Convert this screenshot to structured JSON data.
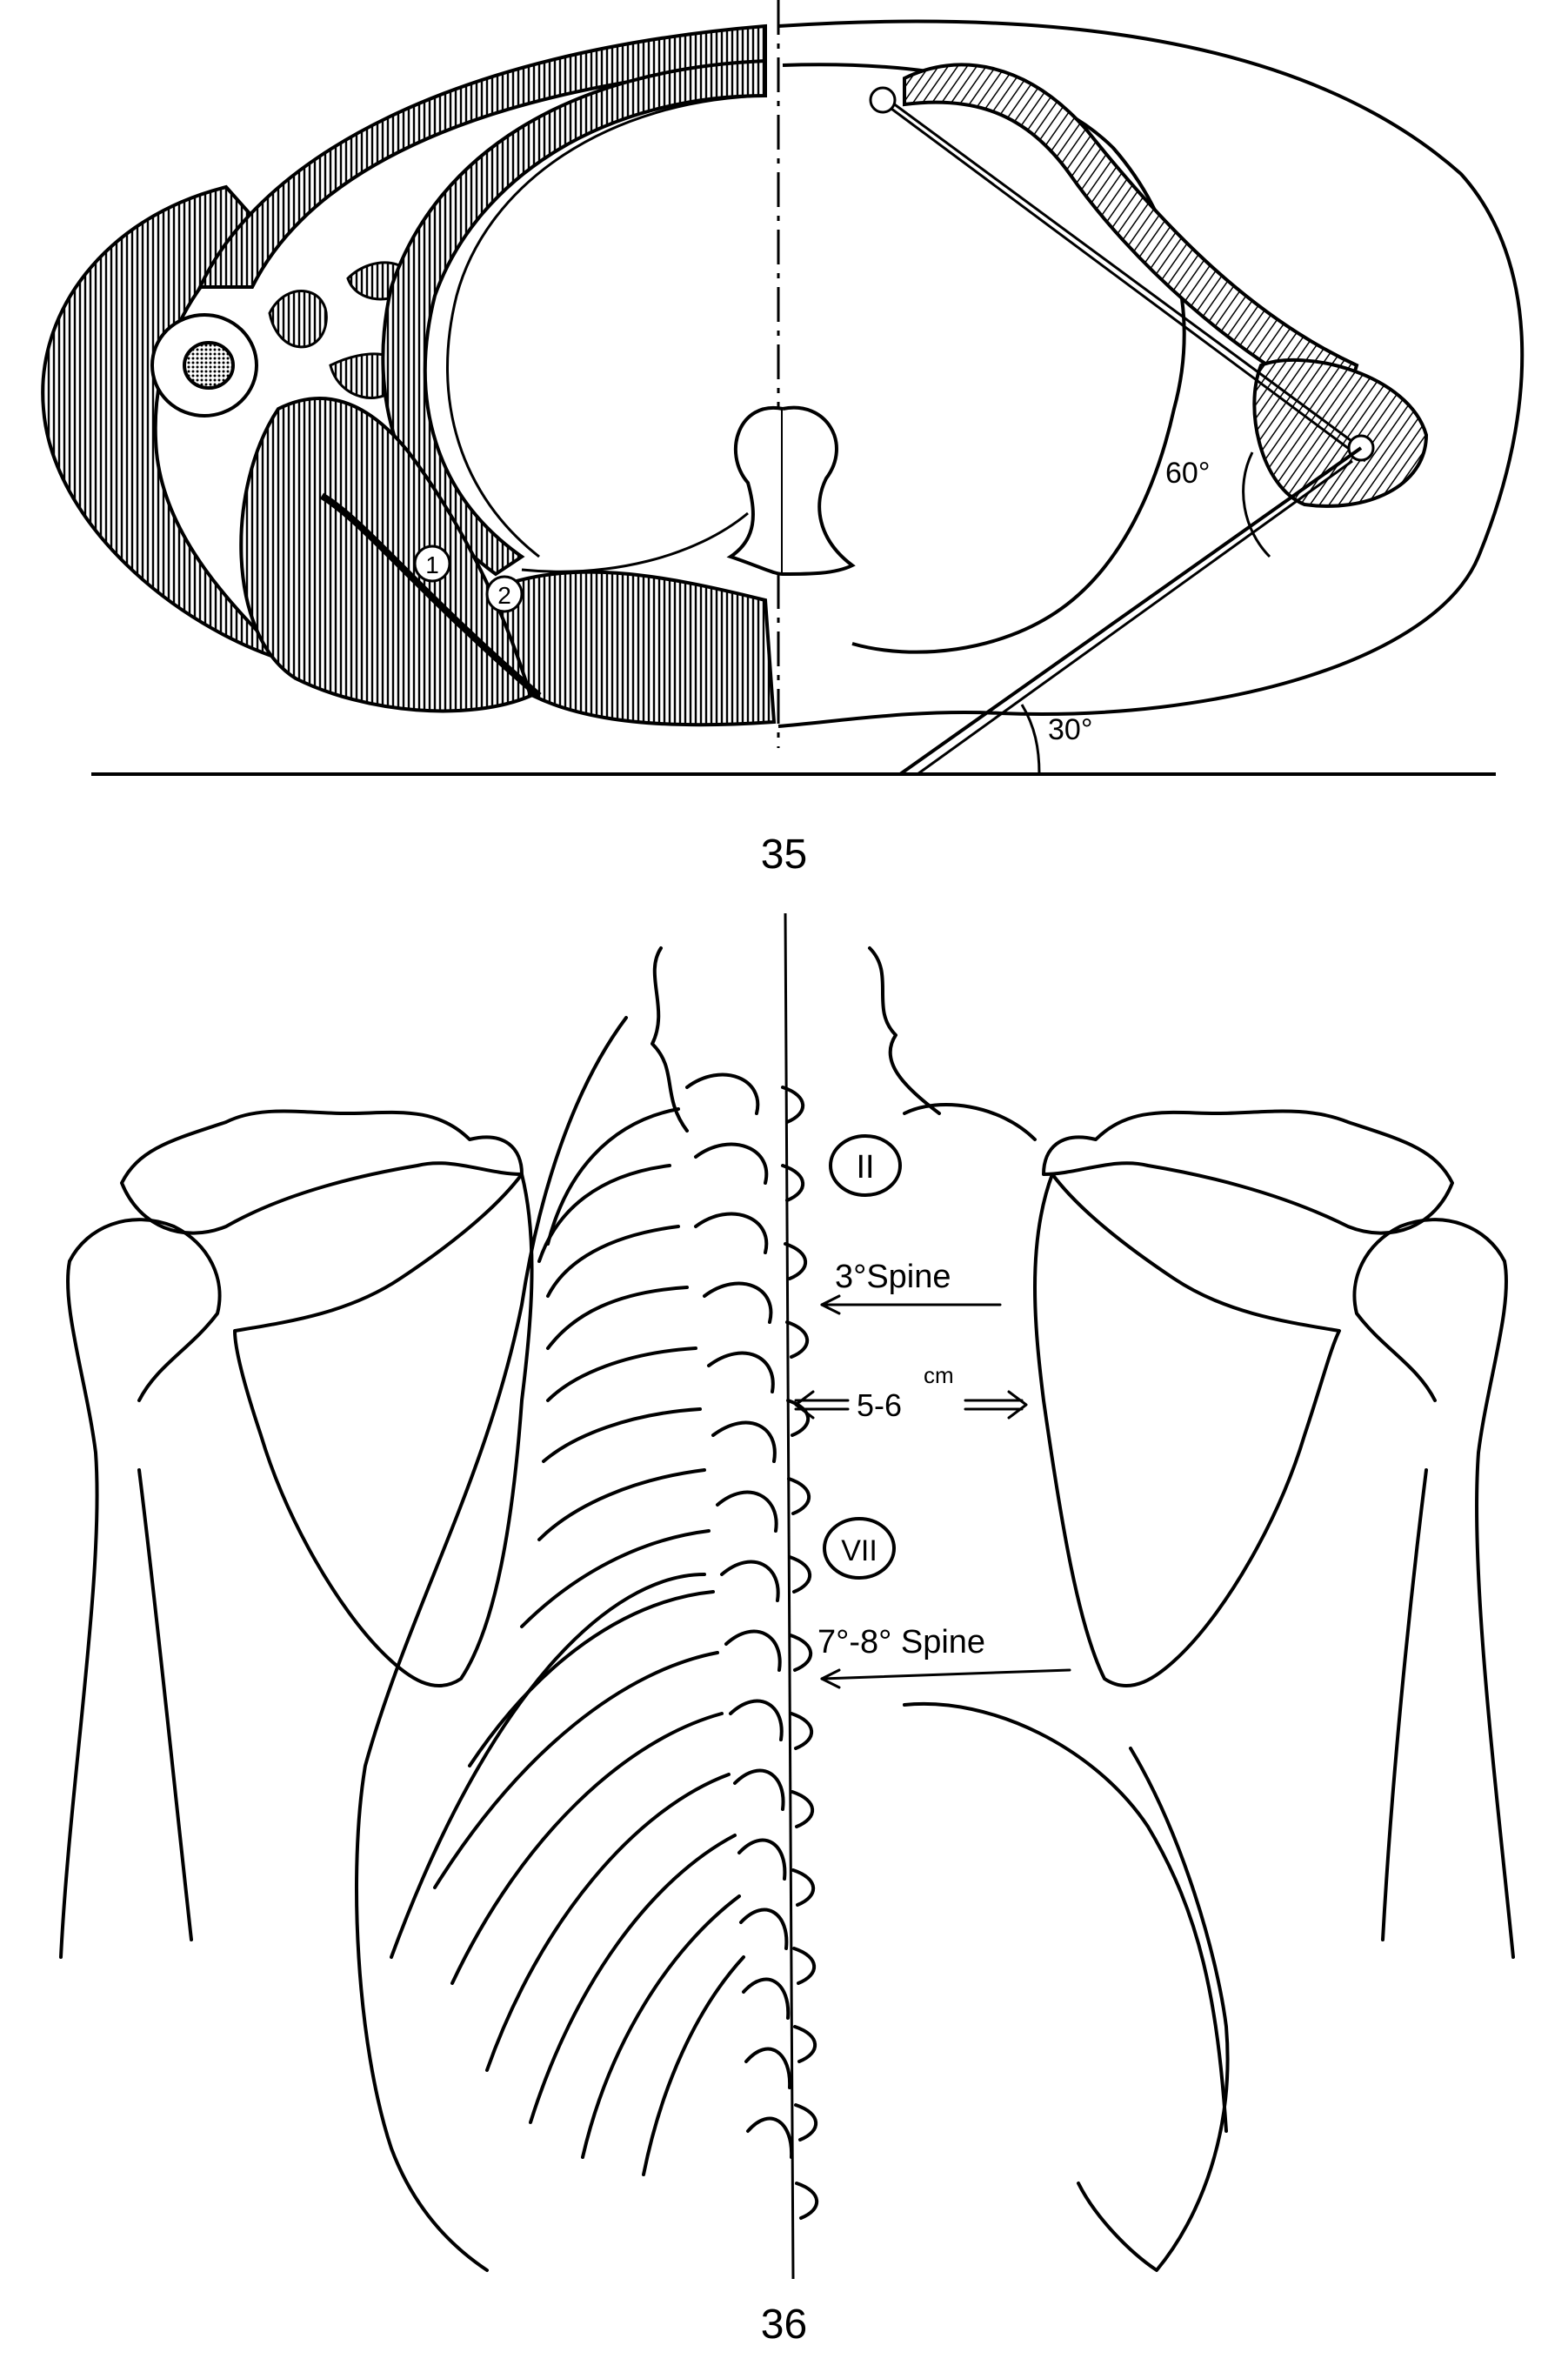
{
  "figure35": {
    "caption": "35",
    "markers": [
      "1",
      "2"
    ],
    "angle_upper": "60°",
    "angle_lower": "30°"
  },
  "figure36": {
    "caption": "36",
    "rib_marker_upper": "II",
    "rib_marker_lower": "VII",
    "label_spine_upper": "3°Spine",
    "label_distance": "5-6",
    "label_distance_unit": "cm",
    "label_spine_lower": "7°-8° Spine"
  },
  "colors": {
    "ink": "#000000",
    "paper": "#ffffff"
  }
}
